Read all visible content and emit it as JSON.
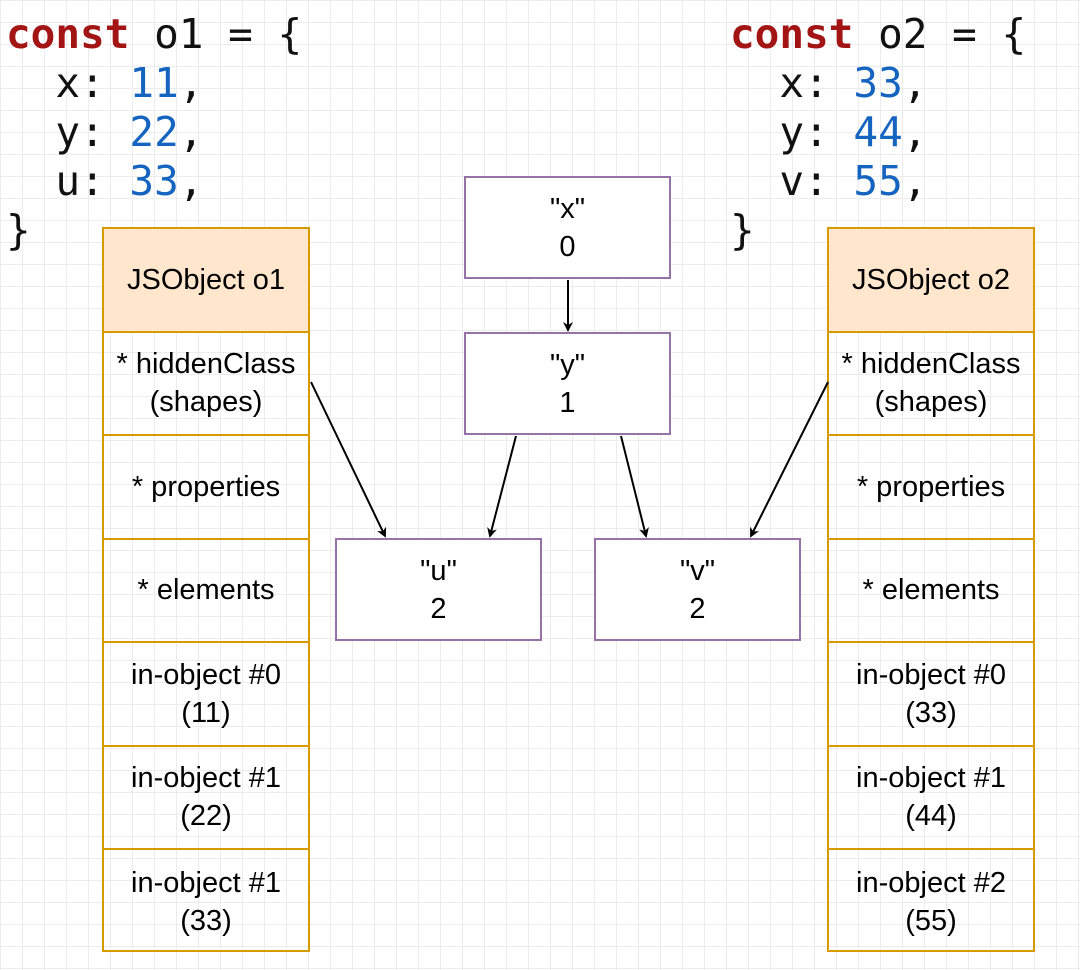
{
  "colors": {
    "keyword": "#a31515",
    "number": "#1565c0",
    "object_border": "#d79b00",
    "object_header_fill": "#ffe6cc",
    "node_border": "#9673a6",
    "arrow": "#000000"
  },
  "code_o1": {
    "keyword": "const",
    "decl": " o1 = {",
    "lines": [
      {
        "key": "  x: ",
        "value": "11",
        "end": ","
      },
      {
        "key": "  y: ",
        "value": "22",
        "end": ","
      },
      {
        "key": "  u: ",
        "value": "33",
        "end": ","
      }
    ],
    "close": "}"
  },
  "code_o2": {
    "keyword": "const",
    "decl": " o2 = {",
    "lines": [
      {
        "key": "  x: ",
        "value": "33",
        "end": ","
      },
      {
        "key": "  y: ",
        "value": "44",
        "end": ","
      },
      {
        "key": "  v: ",
        "value": "55",
        "end": ","
      }
    ],
    "close": "}"
  },
  "object_o1": {
    "title": "JSObject o1",
    "hidden_class": [
      "* hiddenClass",
      "(shapes)"
    ],
    "properties": "* properties",
    "elements": "* elements",
    "slots": [
      {
        "label": "in-object #0",
        "value": "(11)"
      },
      {
        "label": "in-object #1",
        "value": "(22)"
      },
      {
        "label": "in-object #1",
        "value": "(33)"
      }
    ]
  },
  "object_o2": {
    "title": "JSObject o2",
    "hidden_class": [
      "* hiddenClass",
      "(shapes)"
    ],
    "properties": "* properties",
    "elements": "* elements",
    "slots": [
      {
        "label": "in-object #0",
        "value": "(33)"
      },
      {
        "label": "in-object #1",
        "value": "(44)"
      },
      {
        "label": "in-object #2",
        "value": "(55)"
      }
    ]
  },
  "shapes": {
    "x": {
      "name": "\"x\"",
      "offset": "0"
    },
    "y": {
      "name": "\"y\"",
      "offset": "1"
    },
    "u": {
      "name": "\"u\"",
      "offset": "2"
    },
    "v": {
      "name": "\"v\"",
      "offset": "2"
    }
  }
}
